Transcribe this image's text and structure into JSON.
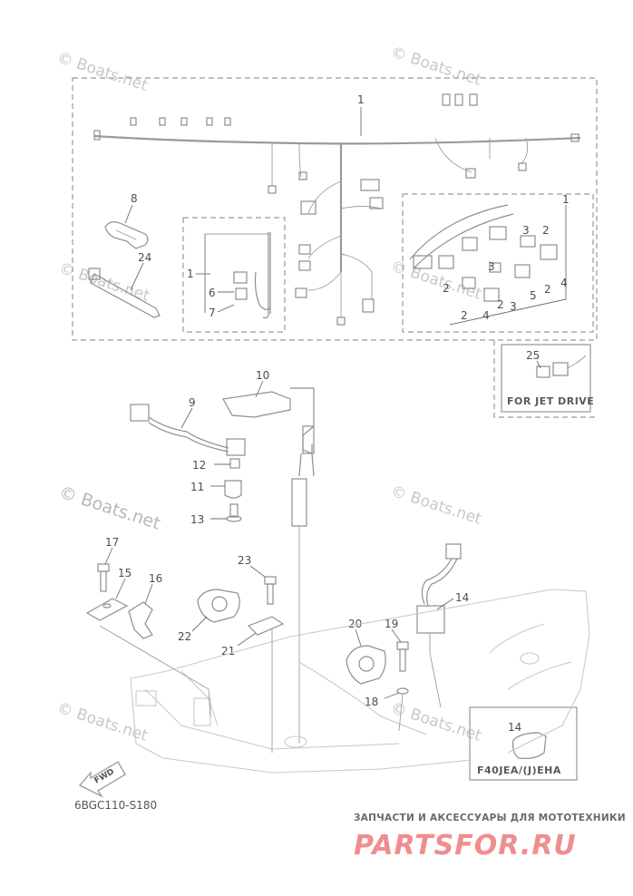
{
  "watermarks": [
    {
      "id": "wm1",
      "text": "© Boats.net"
    },
    {
      "id": "wm2",
      "text": "© Boats.net"
    },
    {
      "id": "wm3",
      "text": "© Boats.net"
    },
    {
      "id": "wm4",
      "text": "© Boats.net"
    },
    {
      "id": "wm5",
      "text": "© Boats.net"
    },
    {
      "id": "wm6",
      "text": "© Boats.net"
    },
    {
      "id": "wm7",
      "text": "© Boats.net"
    },
    {
      "id": "wm8",
      "text": "© Boats.net"
    }
  ],
  "callouts": {
    "c1": "1",
    "c1b": "1",
    "c1c": "1",
    "c2a": "2",
    "c2b": "2",
    "c2c": "2",
    "c2d": "2",
    "c2e": "2",
    "c3a": "3",
    "c3b": "3",
    "c3c": "3",
    "c4a": "4",
    "c4b": "4",
    "c5": "5",
    "c6": "6",
    "c7": "7",
    "c8": "8",
    "c9": "9",
    "c10": "10",
    "c11": "11",
    "c12": "12",
    "c13": "13",
    "c14": "14",
    "c14b": "14",
    "c15": "15",
    "c16": "16",
    "c17": "17",
    "c18": "18",
    "c19": "19",
    "c20": "20",
    "c21": "21",
    "c22": "22",
    "c23": "23",
    "c24": "24",
    "c25": "25"
  },
  "jet_drive_caption": "FOR JET DRIVE",
  "model_caption": "F40JEA/(J)EHA",
  "fwd_label": "FWD",
  "diagram_code": "6BGC110-S180",
  "shop_tagline": "ЗАПЧАСТИ И АКСЕССУАРЫ ДЛЯ МОТОТЕХНИКИ",
  "shop_brand": "PARTSFOR.RU"
}
